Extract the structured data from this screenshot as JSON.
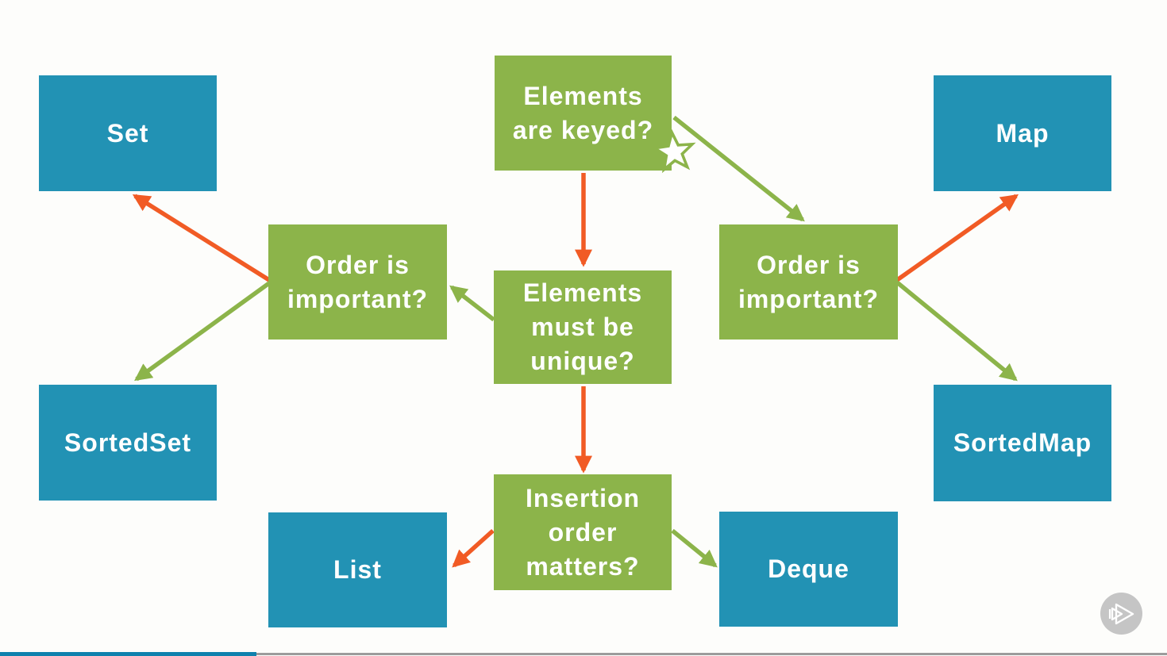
{
  "colors": {
    "green": "#8cb44a",
    "blue": "#2292b4",
    "orange": "#f15b25",
    "background": "#fdfdfb",
    "watermark_circle": "#c5c5c5",
    "progress_played": "#0f81ad",
    "progress_remaining": "#9c9c9c"
  },
  "diagram": {
    "nodes": [
      {
        "id": "elements-keyed",
        "type": "decision",
        "label": "Elements are keyed?",
        "lines": [
          "Elements",
          "are keyed?"
        ]
      },
      {
        "id": "order-important-left",
        "type": "decision",
        "label": "Order is important?",
        "lines": [
          "Order is",
          "important?"
        ]
      },
      {
        "id": "elements-unique",
        "type": "decision",
        "label": "Elements must be unique?",
        "lines": [
          "Elements",
          "must be",
          "unique?"
        ]
      },
      {
        "id": "order-important-right",
        "type": "decision",
        "label": "Order is important?",
        "lines": [
          "Order is",
          "important?"
        ]
      },
      {
        "id": "insertion-order-matters",
        "type": "decision",
        "label": "Insertion order matters?",
        "lines": [
          "Insertion",
          "order",
          "matters?"
        ]
      },
      {
        "id": "set",
        "type": "result",
        "label": "Set"
      },
      {
        "id": "map",
        "type": "result",
        "label": "Map"
      },
      {
        "id": "sortedset",
        "type": "result",
        "label": "SortedSet"
      },
      {
        "id": "sortedmap",
        "type": "result",
        "label": "SortedMap"
      },
      {
        "id": "list",
        "type": "result",
        "label": "List"
      },
      {
        "id": "deque",
        "type": "result",
        "label": "Deque"
      }
    ],
    "edges": [
      {
        "from": "elements-keyed",
        "to": "elements-unique",
        "color": "orange"
      },
      {
        "from": "elements-keyed",
        "to": "order-important-right",
        "color": "green"
      },
      {
        "from": "elements-unique",
        "to": "order-important-left",
        "color": "green"
      },
      {
        "from": "order-important-left",
        "to": "set",
        "color": "orange"
      },
      {
        "from": "order-important-left",
        "to": "sortedset",
        "color": "green"
      },
      {
        "from": "order-important-right",
        "to": "map",
        "color": "orange"
      },
      {
        "from": "order-important-right",
        "to": "sortedmap",
        "color": "green"
      },
      {
        "from": "elements-unique",
        "to": "insertion-order-matters",
        "color": "orange"
      },
      {
        "from": "insertion-order-matters",
        "to": "list",
        "color": "orange"
      },
      {
        "from": "insertion-order-matters",
        "to": "deque",
        "color": "green"
      }
    ],
    "annotations": [
      {
        "type": "star",
        "attached_to": "elements-keyed"
      }
    ]
  },
  "player": {
    "progress_percent": 22,
    "watermark": "pluralsight-logo"
  }
}
